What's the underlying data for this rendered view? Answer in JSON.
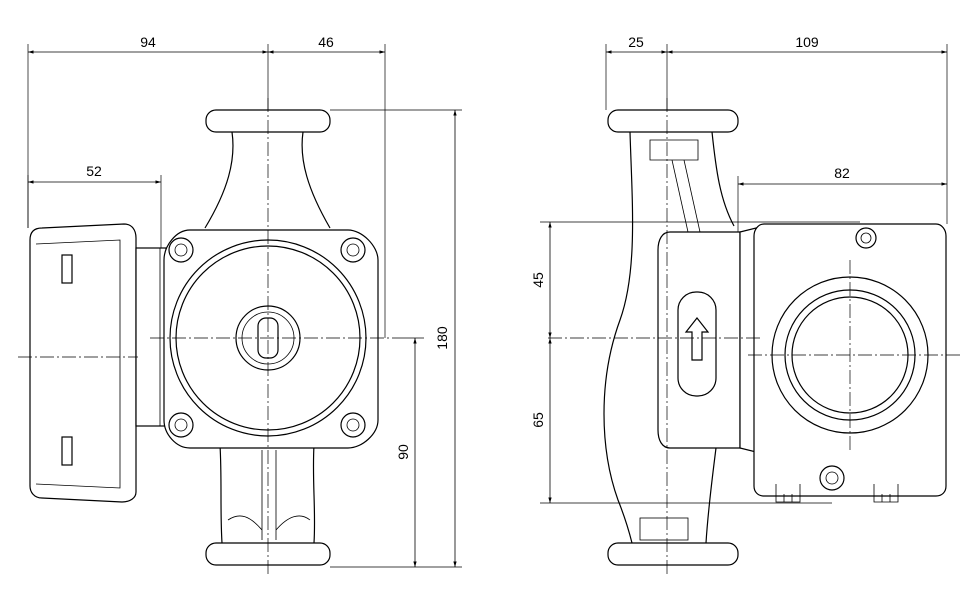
{
  "front_view": {
    "dim_top_left": "94",
    "dim_top_right": "46",
    "dim_box": "52",
    "dim_height_total": "180",
    "dim_height_axis": "90"
  },
  "side_view": {
    "dim_top_left": "25",
    "dim_top_right": "109",
    "dim_box": "82",
    "dim_upper": "45",
    "dim_lower": "65"
  }
}
